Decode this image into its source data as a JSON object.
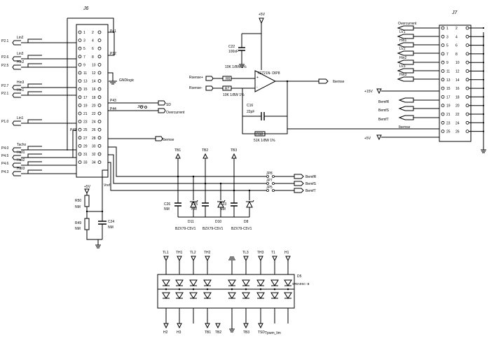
{
  "j6": {
    "title": "J6",
    "left_pins": [
      "1",
      "3",
      "5",
      "7",
      "9",
      "11",
      "13",
      "15",
      "17",
      "19",
      "21",
      "23",
      "25",
      "27",
      "29",
      "31",
      "33"
    ],
    "right_pins": [
      "2",
      "4",
      "6",
      "8",
      "10",
      "12",
      "14",
      "16",
      "18",
      "20",
      "22",
      "24",
      "26",
      "28",
      "30",
      "32",
      "34"
    ],
    "left_signals": [
      {
        "port": "P2.1",
        "label": "Lin2"
      },
      {
        "port": "P2.6",
        "label": "Lin3"
      },
      {
        "port": "P2.5",
        "label": "Hin2"
      },
      {
        "port": "P2.7",
        "label": "Hin3"
      },
      {
        "port": "P2.1",
        "label": "Hin1"
      },
      {
        "port": "P1.0",
        "label": "Lin1"
      },
      {
        "port": "P4.0",
        "label": "Tacho"
      },
      {
        "port": "P4.5",
        "label": "Hall1"
      },
      {
        "port": "P4.6",
        "label": "Hall2"
      },
      {
        "port": "P4.3",
        "label": "Hall3"
      }
    ],
    "right_labels": [
      "P41",
      "P12",
      "GNDlogic",
      "P43",
      "P44",
      "JP9",
      "SD",
      "Overcurrent",
      "Ibemse",
      "P42",
      "Vref"
    ]
  },
  "opamp": {
    "vcc": "+5V",
    "cap_top": "C22",
    "cap_top_val": "100nF",
    "res_top": "10K 1/8W 1%",
    "part": "TS721N- DIP8",
    "in_plus": "Rsense+",
    "in_minus": "Rsense-",
    "r6": "R6",
    "r7": "R7",
    "r7_val": "10K 1/8W 1%",
    "c16": "C16",
    "c16_val": "22pF",
    "r18": "R18",
    "r18_val": "51K 1/8W 1%",
    "output": "Ibemse"
  },
  "j7": {
    "title": "J7",
    "left_pins": [
      "1",
      "3",
      "5",
      "7",
      "9",
      "11",
      "13",
      "15",
      "17",
      "19",
      "21",
      "23",
      "25"
    ],
    "right_pins": [
      "2",
      "4",
      "6",
      "8",
      "10",
      "12",
      "14",
      "16",
      "18",
      "20",
      "22",
      "24",
      "26"
    ],
    "signals": [
      "Overcurrent",
      "LV1",
      "Hin1",
      "LV2",
      "Hin2",
      "LV3",
      "Hin3",
      "+15V",
      "BemfR",
      "BemfS",
      "BemfT",
      "Ibemse",
      "+5V"
    ]
  },
  "bemf": {
    "tb": [
      "TB1",
      "TB2",
      "TB3"
    ],
    "jumpers": [
      "JP8",
      "JP7",
      "JP5"
    ],
    "outputs": [
      "BemfR",
      "BemfS",
      "BemfT"
    ],
    "caps": [
      "C26",
      "C25",
      "C23"
    ],
    "cap_val": "NM",
    "diodes": [
      "D11",
      "D10",
      "D8"
    ],
    "diode_part": "BZX79-C5V1"
  },
  "divider": {
    "vcc": "+5V",
    "r50": "R50",
    "r49": "R49",
    "c24": "C24",
    "val": "NM"
  },
  "tvs": {
    "ref": "D5",
    "part": "SMDA05C-B",
    "top": [
      "TL1",
      "TH1",
      "TL2",
      "TH2",
      "TL3",
      "TH3",
      "T1",
      "H1"
    ],
    "bottom": [
      "H2",
      "H3",
      "TB1",
      "TB2",
      "TB3",
      "TSD",
      "Tpwm_lim"
    ]
  }
}
